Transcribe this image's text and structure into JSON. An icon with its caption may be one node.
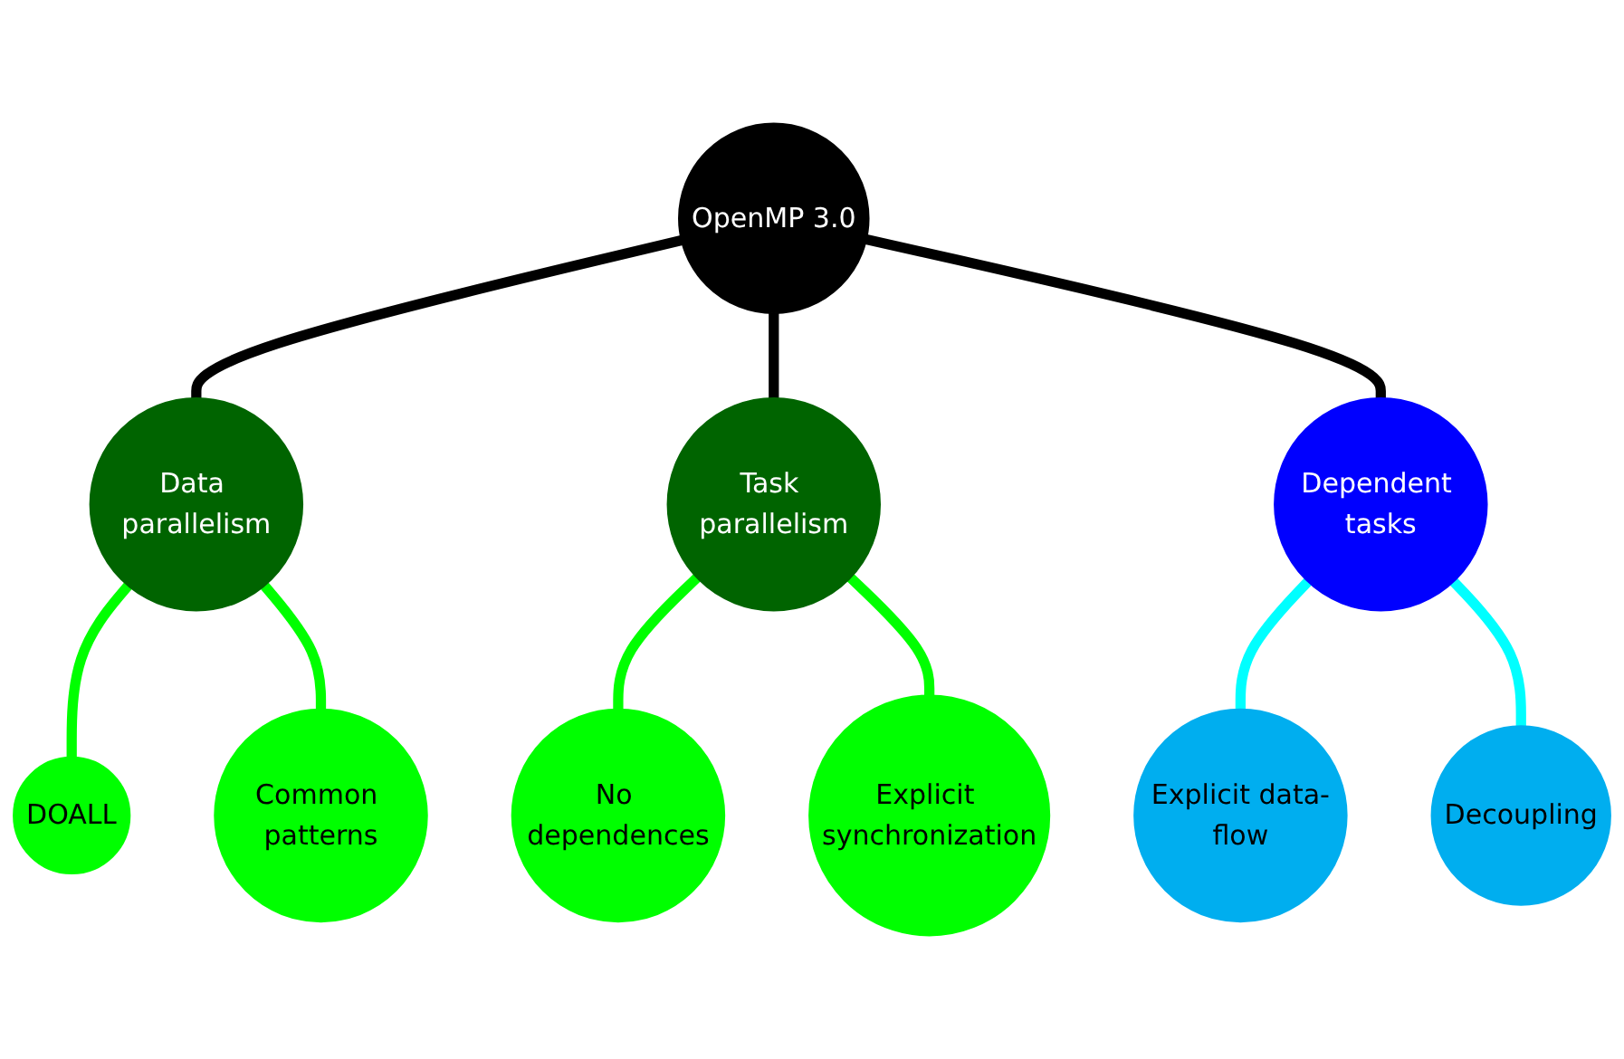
{
  "diagram": {
    "nodes": [
      {
        "text": [
          "OpenMP 3.0"
        ]
      },
      {
        "text": [
          "Data parallelism"
        ]
      },
      {
        "text": [
          "DOALL"
        ]
      },
      {
        "text": [
          "Common patterns"
        ]
      },
      {
        "text": [
          "Task parallelism"
        ]
      },
      {
        "text": [
          "No dependences"
        ]
      },
      {
        "text": [
          "Explicit synchronization"
        ]
      },
      {
        "text": [
          "Dependent tasks"
        ]
      },
      {
        "text": [
          "Explicit data-flow"
        ]
      },
      {
        "text": [
          "Decoupling"
        ]
      }
    ],
    "edges": [
      {
        "from": 0,
        "to": 1,
        "arrow": "none",
        "color": "#000000"
      },
      {
        "from": 1,
        "to": 2,
        "arrow": "none"
      },
      {
        "from": 1,
        "to": 3,
        "arrow": "none"
      },
      {
        "from": 0,
        "to": 4,
        "arrow": "none",
        "color": "#000000"
      },
      {
        "from": 4,
        "to": 5,
        "arrow": "none"
      },
      {
        "from": 4,
        "to": 6,
        "arrow": "none"
      },
      {
        "from": 0,
        "to": 7,
        "arrow": "none",
        "color": "#000000"
      },
      {
        "from": 7,
        "to": 8,
        "arrow": "none",
        "color": "#00ffff"
      },
      {
        "from": 7,
        "to": 9,
        "arrow": "none",
        "color": "#00ffff"
      }
    ]
  }
}
